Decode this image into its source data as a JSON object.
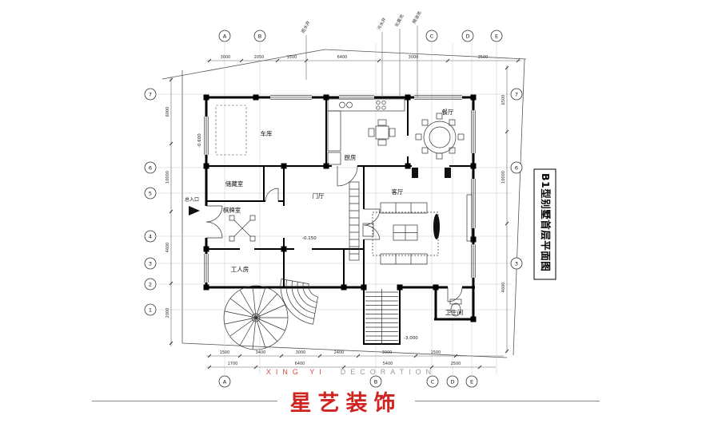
{
  "colors": {
    "brand_red": "#cf2320",
    "accent_red": "#d24a45",
    "gray": "#9b9b9b"
  },
  "title_block": {
    "text": "B1型别墅首层平面图"
  },
  "branding": {
    "english_left": "XING YI",
    "english_right": "DECORATION",
    "chinese": "星艺装饰"
  },
  "axis_bubbles": {
    "top": [
      "A",
      "B",
      "C",
      "D",
      "E"
    ],
    "bottom": [
      "A",
      "B",
      "C",
      "D",
      "E"
    ],
    "left": [
      "7",
      "6",
      "5",
      "4",
      "3",
      "2",
      "1"
    ],
    "right": [
      "7",
      "6",
      "3"
    ]
  },
  "dimensions": {
    "top": [
      "3000",
      "2050",
      "1500",
      "6400",
      "3000",
      "2500"
    ],
    "left": [
      "6000",
      "10000",
      "4600",
      "2000"
    ],
    "right": [
      "6500",
      "10000",
      "4600"
    ],
    "bottom_row1": [
      "1500",
      "3400",
      "3000",
      "2400",
      "3000",
      "1500"
    ],
    "bottom_row2": [
      "1700",
      "6400",
      "5400",
      "2500"
    ]
  },
  "rooms": {
    "garage": "车库",
    "kitchen": "厨房",
    "dining": "餐厅",
    "living": "客厅",
    "storage": "储藏室",
    "hall": "门厅",
    "chess": "棋牌室",
    "worker": "工人房",
    "bath": "卫生间"
  },
  "levels": {
    "garage": "-0.600",
    "hall": "-0.150",
    "basement": "-3.000"
  },
  "annotations": {
    "entrance": "总入口",
    "callouts": [
      "雨水井",
      "污水井",
      "化粪池",
      "隔油池"
    ]
  }
}
